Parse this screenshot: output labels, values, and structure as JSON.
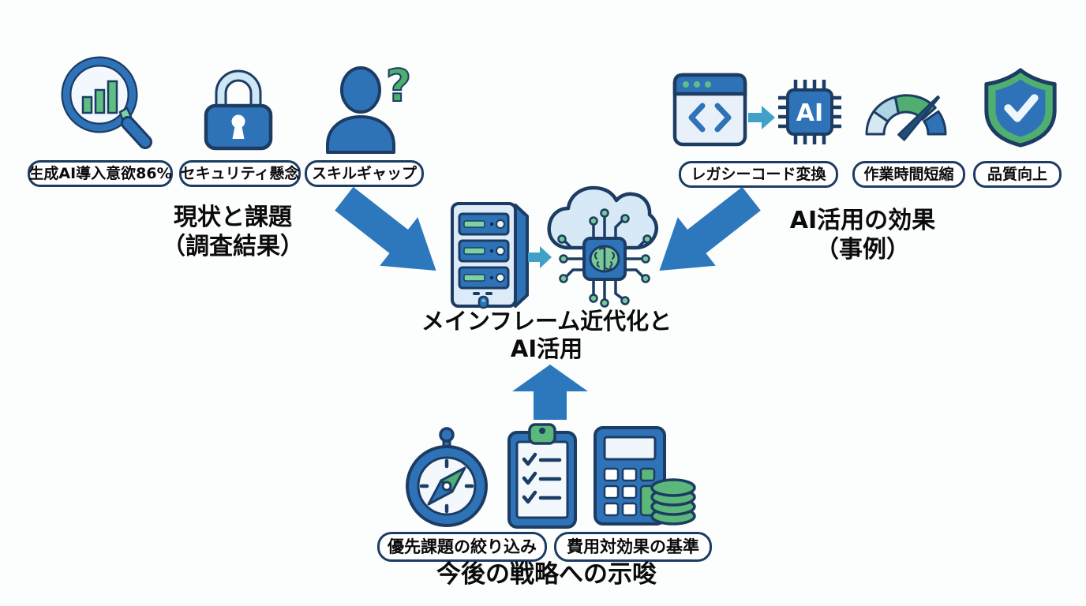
{
  "background": "#fcfdfd",
  "colors": {
    "primary_blue": "#2e73b8",
    "outline_navy": "#1c3c63",
    "light_blue": "#d7e9f7",
    "pale_blue": "#eef6fc",
    "green": "#4fae70",
    "light_green": "#7dd3a0",
    "teal_arrow": "#41a0c8",
    "text": "#0b0b0b"
  },
  "center": {
    "title_line1": "メインフレーム近代化と",
    "title_line2": "AI活用",
    "icons": [
      "mainframe-server-icon",
      "cloud-ai-chip-icon"
    ]
  },
  "current_section": {
    "heading_line1": "現状と課題",
    "heading_line2": "（調査結果）",
    "labels": [
      "生成AI導入意欲86%",
      "セキュリティ懸念",
      "スキルギャップ"
    ],
    "icons": [
      "magnifier-bar-chart-icon",
      "padlock-icon",
      "person-question-icon"
    ]
  },
  "effects_section": {
    "heading_line1": "AI活用の効果",
    "heading_line2": "（事例）",
    "labels": [
      "レガシーコード変換",
      "作業時間短縮",
      "品質向上"
    ],
    "icons": [
      "code-window-icon",
      "ai-chip-icon",
      "speedometer-icon",
      "shield-check-icon"
    ]
  },
  "strategy_section": {
    "heading": "今後の戦略への示唆",
    "labels": [
      "優先課題の絞り込み",
      "費用対効果の基準"
    ],
    "icons": [
      "compass-icon",
      "clipboard-checklist-icon",
      "calculator-coins-icon"
    ]
  },
  "glyphs": {
    "ai_chip_label": "AI",
    "question_mark": "?"
  }
}
